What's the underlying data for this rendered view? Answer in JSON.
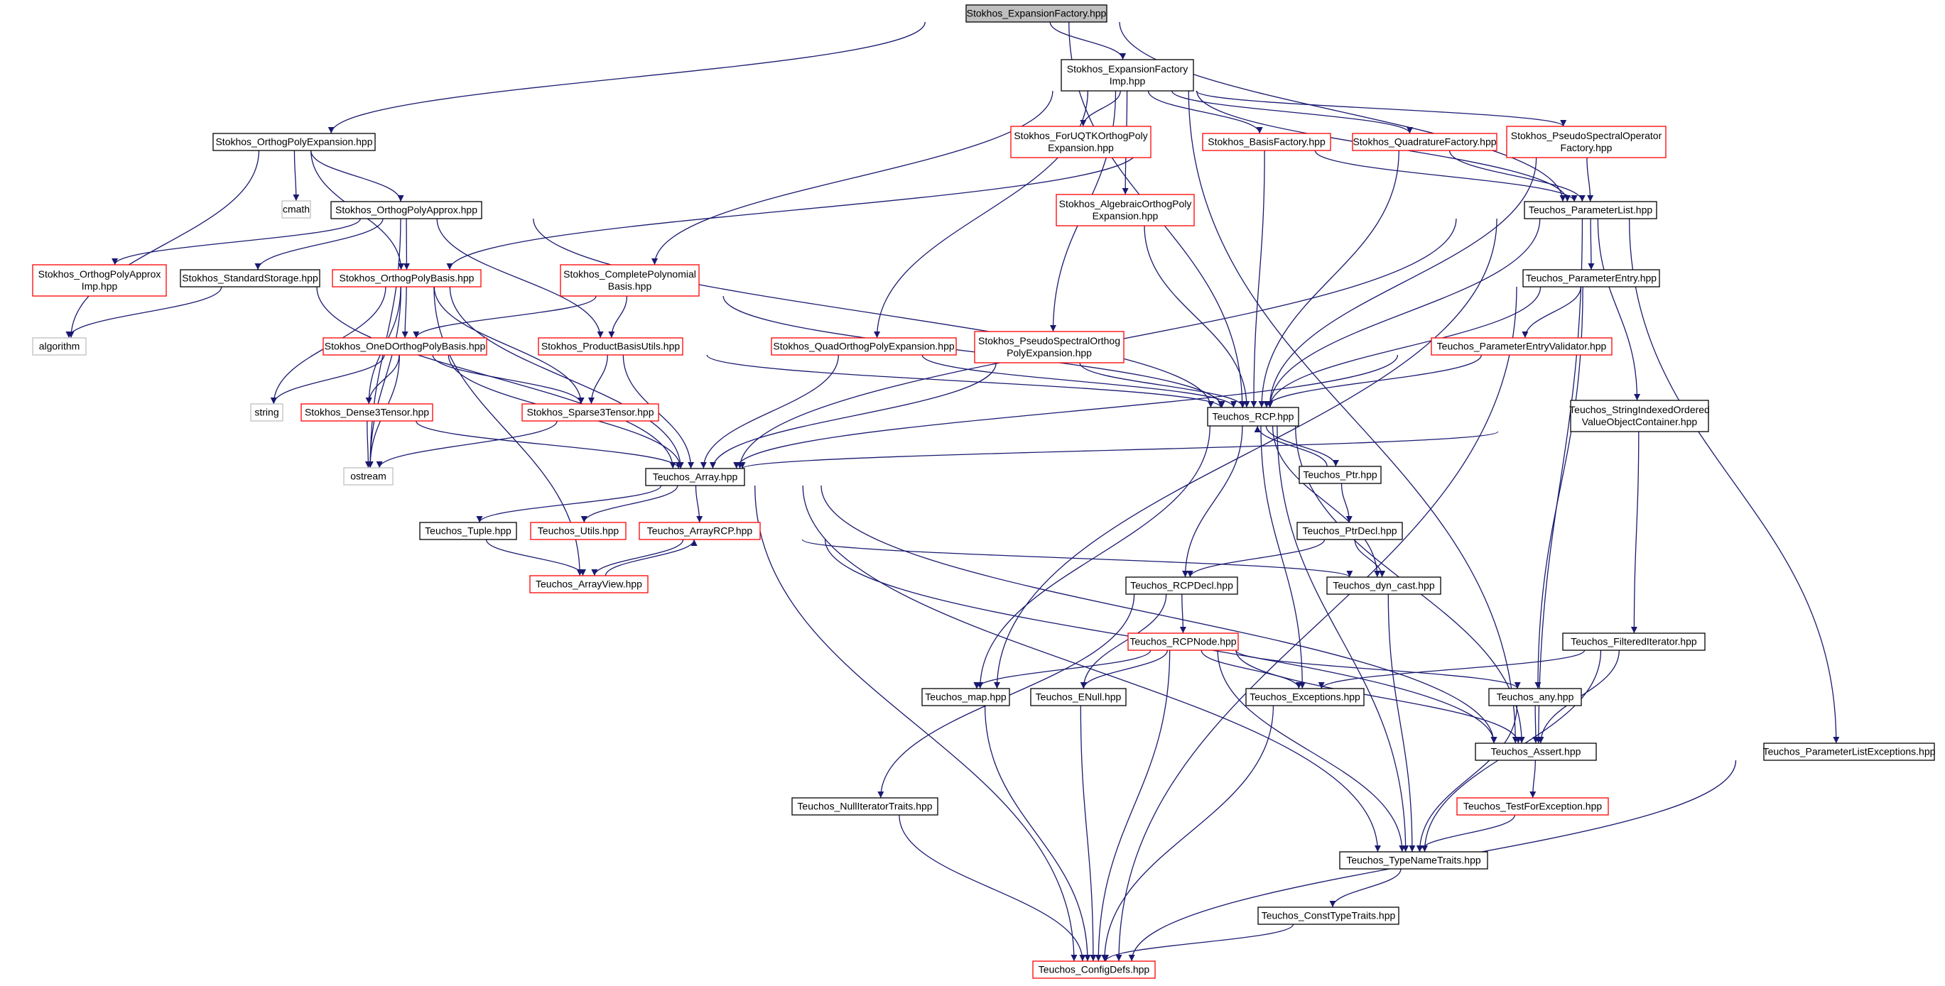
{
  "colors": {
    "edge": "#191970",
    "node_border_default": "#000000",
    "node_border_incomplete": "#ff0000",
    "node_border_external": "#bfbfbf",
    "root_fill": "#bfbfbf",
    "node_fill": "#ffffff"
  },
  "nodes": [
    {
      "id": "root",
      "lines": [
        "Stokhos_ExpansionFactory.hpp"
      ],
      "kind": "root"
    },
    {
      "id": "efimp",
      "lines": [
        "Stokhos_ExpansionFactory",
        "Imp.hpp"
      ],
      "kind": "normal"
    },
    {
      "id": "ope",
      "lines": [
        "Stokhos_OrthogPolyExpansion.hpp"
      ],
      "kind": "normal"
    },
    {
      "id": "foruqtk",
      "lines": [
        "Stokhos_ForUQTKOrthogPoly",
        "Expansion.hpp"
      ],
      "kind": "incomplete"
    },
    {
      "id": "basisfac",
      "lines": [
        "Stokhos_BasisFactory.hpp"
      ],
      "kind": "incomplete"
    },
    {
      "id": "quadfac",
      "lines": [
        "Stokhos_QuadratureFactory.hpp"
      ],
      "kind": "incomplete"
    },
    {
      "id": "psofac",
      "lines": [
        "Stokhos_PseudoSpectralOperator",
        "Factory.hpp"
      ],
      "kind": "incomplete"
    },
    {
      "id": "cmath",
      "lines": [
        "cmath"
      ],
      "kind": "external"
    },
    {
      "id": "opa",
      "lines": [
        "Stokhos_OrthogPolyApprox.hpp"
      ],
      "kind": "normal"
    },
    {
      "id": "algope",
      "lines": [
        "Stokhos_AlgebraicOrthogPoly",
        "Expansion.hpp"
      ],
      "kind": "incomplete"
    },
    {
      "id": "plist",
      "lines": [
        "Teuchos_ParameterList.hpp"
      ],
      "kind": "normal"
    },
    {
      "id": "opaimp",
      "lines": [
        "Stokhos_OrthogPolyApprox",
        "Imp.hpp"
      ],
      "kind": "incomplete"
    },
    {
      "id": "stdstore",
      "lines": [
        "Stokhos_StandardStorage.hpp"
      ],
      "kind": "normal"
    },
    {
      "id": "opbasis",
      "lines": [
        "Stokhos_OrthogPolyBasis.hpp"
      ],
      "kind": "incomplete"
    },
    {
      "id": "cpbasis",
      "lines": [
        "Stokhos_CompletePolynomial",
        "Basis.hpp"
      ],
      "kind": "incomplete"
    },
    {
      "id": "pentry",
      "lines": [
        "Teuchos_ParameterEntry.hpp"
      ],
      "kind": "normal"
    },
    {
      "id": "algorithm",
      "lines": [
        "algorithm"
      ],
      "kind": "external"
    },
    {
      "id": "odopb",
      "lines": [
        "Stokhos_OneDOrthogPolyBasis.hpp"
      ],
      "kind": "incomplete"
    },
    {
      "id": "pbutils",
      "lines": [
        "Stokhos_ProductBasisUtils.hpp"
      ],
      "kind": "incomplete"
    },
    {
      "id": "quadope",
      "lines": [
        "Stokhos_QuadOrthogPolyExpansion.hpp"
      ],
      "kind": "incomplete"
    },
    {
      "id": "psope",
      "lines": [
        "Stokhos_PseudoSpectralOrthog",
        "PolyExpansion.hpp"
      ],
      "kind": "incomplete"
    },
    {
      "id": "pev",
      "lines": [
        "Teuchos_ParameterEntryValidator.hpp"
      ],
      "kind": "incomplete"
    },
    {
      "id": "string",
      "lines": [
        "string"
      ],
      "kind": "external"
    },
    {
      "id": "dense3",
      "lines": [
        "Stokhos_Dense3Tensor.hpp"
      ],
      "kind": "incomplete"
    },
    {
      "id": "sparse3",
      "lines": [
        "Stokhos_Sparse3Tensor.hpp"
      ],
      "kind": "incomplete"
    },
    {
      "id": "rcp",
      "lines": [
        "Teuchos_RCP.hpp"
      ],
      "kind": "normal"
    },
    {
      "id": "sioc",
      "lines": [
        "Teuchos_StringIndexedOrdered",
        "ValueObjectContainer.hpp"
      ],
      "kind": "normal"
    },
    {
      "id": "ostream",
      "lines": [
        "ostream"
      ],
      "kind": "external"
    },
    {
      "id": "array",
      "lines": [
        "Teuchos_Array.hpp"
      ],
      "kind": "normal"
    },
    {
      "id": "ptr",
      "lines": [
        "Teuchos_Ptr.hpp"
      ],
      "kind": "normal"
    },
    {
      "id": "tuple",
      "lines": [
        "Teuchos_Tuple.hpp"
      ],
      "kind": "normal"
    },
    {
      "id": "utils",
      "lines": [
        "Teuchos_Utils.hpp"
      ],
      "kind": "incomplete"
    },
    {
      "id": "arcp",
      "lines": [
        "Teuchos_ArrayRCP.hpp"
      ],
      "kind": "incomplete"
    },
    {
      "id": "ptrdecl",
      "lines": [
        "Teuchos_PtrDecl.hpp"
      ],
      "kind": "normal"
    },
    {
      "id": "arrayview",
      "lines": [
        "Teuchos_ArrayView.hpp"
      ],
      "kind": "incomplete"
    },
    {
      "id": "rcpdecl",
      "lines": [
        "Teuchos_RCPDecl.hpp"
      ],
      "kind": "normal"
    },
    {
      "id": "dyncast",
      "lines": [
        "Teuchos_dyn_cast.hpp"
      ],
      "kind": "normal"
    },
    {
      "id": "rcpnode",
      "lines": [
        "Teuchos_RCPNode.hpp"
      ],
      "kind": "incomplete"
    },
    {
      "id": "filtit",
      "lines": [
        "Teuchos_FilteredIterator.hpp"
      ],
      "kind": "normal"
    },
    {
      "id": "map",
      "lines": [
        "Teuchos_map.hpp"
      ],
      "kind": "normal"
    },
    {
      "id": "enull",
      "lines": [
        "Teuchos_ENull.hpp"
      ],
      "kind": "normal"
    },
    {
      "id": "exceptions",
      "lines": [
        "Teuchos_Exceptions.hpp"
      ],
      "kind": "normal"
    },
    {
      "id": "any",
      "lines": [
        "Teuchos_any.hpp"
      ],
      "kind": "normal"
    },
    {
      "id": "assert",
      "lines": [
        "Teuchos_Assert.hpp"
      ],
      "kind": "normal"
    },
    {
      "id": "plexc",
      "lines": [
        "Teuchos_ParameterListExceptions.hpp"
      ],
      "kind": "normal"
    },
    {
      "id": "nulliter",
      "lines": [
        "Teuchos_NullIteratorTraits.hpp"
      ],
      "kind": "normal"
    },
    {
      "id": "testexc",
      "lines": [
        "Teuchos_TestForException.hpp"
      ],
      "kind": "incomplete"
    },
    {
      "id": "typename",
      "lines": [
        "Teuchos_TypeNameTraits.hpp"
      ],
      "kind": "normal"
    },
    {
      "id": "consttype",
      "lines": [
        "Teuchos_ConstTypeTraits.hpp"
      ],
      "kind": "normal"
    },
    {
      "id": "configdefs",
      "lines": [
        "Teuchos_ConfigDefs.hpp"
      ],
      "kind": "incomplete"
    }
  ],
  "edges": [
    [
      "root",
      "efimp"
    ],
    [
      "root",
      "ope"
    ],
    [
      "root",
      "rcp"
    ],
    [
      "root",
      "plist"
    ],
    [
      "efimp",
      "foruqtk"
    ],
    [
      "efimp",
      "basisfac"
    ],
    [
      "efimp",
      "quadfac"
    ],
    [
      "efimp",
      "psofac"
    ],
    [
      "efimp",
      "algope"
    ],
    [
      "efimp",
      "cpbasis"
    ],
    [
      "efimp",
      "quadope"
    ],
    [
      "efimp",
      "psope"
    ],
    [
      "efimp",
      "plist"
    ],
    [
      "efimp",
      "assert"
    ],
    [
      "ope",
      "cmath"
    ],
    [
      "ope",
      "opa"
    ],
    [
      "ope",
      "opbasis"
    ],
    [
      "ope",
      "algorithm"
    ],
    [
      "opa",
      "opaimp"
    ],
    [
      "opa",
      "stdstore"
    ],
    [
      "opa",
      "opbasis"
    ],
    [
      "opa",
      "pbutils"
    ],
    [
      "opa",
      "rcp"
    ],
    [
      "opa",
      "ostream"
    ],
    [
      "basisfac",
      "opbasis"
    ],
    [
      "basisfac",
      "rcp"
    ],
    [
      "basisfac",
      "plist"
    ],
    [
      "quadfac",
      "rcp"
    ],
    [
      "quadfac",
      "plist"
    ],
    [
      "psofac",
      "plist"
    ],
    [
      "psofac",
      "rcp"
    ],
    [
      "algope",
      "rcp"
    ],
    [
      "stdstore",
      "algorithm"
    ],
    [
      "stdstore",
      "array"
    ],
    [
      "opbasis",
      "odopb"
    ],
    [
      "opbasis",
      "dense3"
    ],
    [
      "opbasis",
      "sparse3"
    ],
    [
      "opbasis",
      "string"
    ],
    [
      "opbasis",
      "array"
    ],
    [
      "opbasis",
      "ostream"
    ],
    [
      "opbasis",
      "arrayview"
    ],
    [
      "cpbasis",
      "odopb"
    ],
    [
      "cpbasis",
      "pbutils"
    ],
    [
      "cpbasis",
      "rcp"
    ],
    [
      "odopb",
      "string"
    ],
    [
      "odopb",
      "dense3"
    ],
    [
      "odopb",
      "sparse3"
    ],
    [
      "odopb",
      "ostream"
    ],
    [
      "odopb",
      "array"
    ],
    [
      "pbutils",
      "sparse3"
    ],
    [
      "pbutils",
      "array"
    ],
    [
      "pbutils",
      "rcp"
    ],
    [
      "quadope",
      "array"
    ],
    [
      "quadope",
      "rcp"
    ],
    [
      "psope",
      "array"
    ],
    [
      "psope",
      "rcp"
    ],
    [
      "dense3",
      "ostream"
    ],
    [
      "dense3",
      "array"
    ],
    [
      "sparse3",
      "ostream"
    ],
    [
      "plist",
      "pentry"
    ],
    [
      "plist",
      "rcp"
    ],
    [
      "plist",
      "array"
    ],
    [
      "plist",
      "sioc"
    ],
    [
      "plist",
      "assert"
    ],
    [
      "plist",
      "plexc"
    ],
    [
      "plist",
      "map"
    ],
    [
      "pentry",
      "pev"
    ],
    [
      "pentry",
      "rcp"
    ],
    [
      "pentry",
      "any"
    ],
    [
      "pentry",
      "configdefs"
    ],
    [
      "pev",
      "rcp"
    ],
    [
      "pev",
      "array"
    ],
    [
      "sioc",
      "array"
    ],
    [
      "sioc",
      "filtit"
    ],
    [
      "rcp",
      "ptr"
    ],
    [
      "rcp",
      "rcpdecl"
    ],
    [
      "rcp",
      "dyncast"
    ],
    [
      "rcp",
      "map"
    ],
    [
      "rcp",
      "exceptions"
    ],
    [
      "rcp",
      "assert"
    ],
    [
      "rcp",
      "typename"
    ],
    [
      "ptr",
      "rcp"
    ],
    [
      "ptr",
      "ptrdecl"
    ],
    [
      "ptrdecl",
      "rcpdecl"
    ],
    [
      "ptrdecl",
      "dyncast"
    ],
    [
      "array",
      "tuple"
    ],
    [
      "array",
      "utils"
    ],
    [
      "array",
      "arcp"
    ],
    [
      "array",
      "assert"
    ],
    [
      "array",
      "typename"
    ],
    [
      "array",
      "configdefs"
    ],
    [
      "tuple",
      "arrayview"
    ],
    [
      "arcp",
      "arrayview"
    ],
    [
      "arcp",
      "dyncast"
    ],
    [
      "arcp",
      "assert"
    ],
    [
      "arrayview",
      "arcp"
    ],
    [
      "rcpdecl",
      "rcpnode"
    ],
    [
      "rcpdecl",
      "enull"
    ],
    [
      "rcpdecl",
      "nulliter"
    ],
    [
      "dyncast",
      "typename"
    ],
    [
      "rcpnode",
      "map"
    ],
    [
      "rcpnode",
      "enull"
    ],
    [
      "rcpnode",
      "exceptions"
    ],
    [
      "rcpnode",
      "any"
    ],
    [
      "rcpnode",
      "assert"
    ],
    [
      "rcpnode",
      "typename"
    ],
    [
      "rcpnode",
      "configdefs"
    ],
    [
      "filtit",
      "exceptions"
    ],
    [
      "filtit",
      "assert"
    ],
    [
      "filtit",
      "typename"
    ],
    [
      "map",
      "configdefs"
    ],
    [
      "enull",
      "configdefs"
    ],
    [
      "exceptions",
      "configdefs"
    ],
    [
      "any",
      "assert"
    ],
    [
      "any",
      "typename"
    ],
    [
      "assert",
      "testexc"
    ],
    [
      "testexc",
      "typename"
    ],
    [
      "typename",
      "consttype"
    ],
    [
      "consttype",
      "configdefs"
    ],
    [
      "plexc",
      "configdefs"
    ],
    [
      "nulliter",
      "configdefs"
    ]
  ]
}
